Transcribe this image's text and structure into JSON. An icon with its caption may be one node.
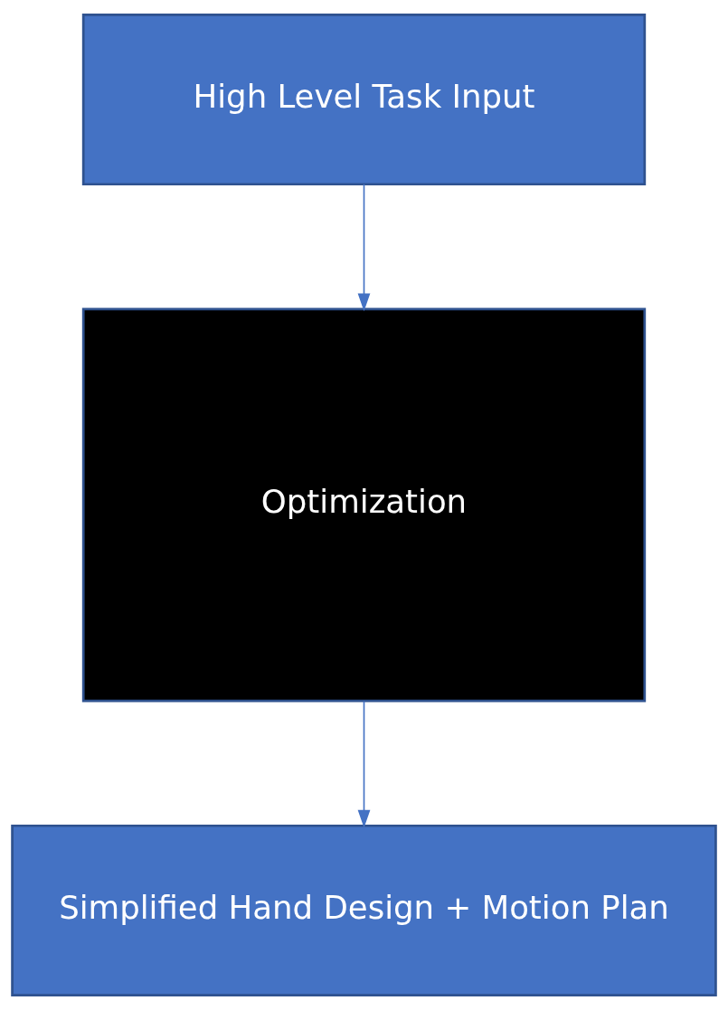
{
  "diagram": {
    "nodes": [
      {
        "text": [
          "High Level Task Input"
        ]
      },
      {
        "text": [
          "Optimization"
        ]
      },
      {
        "text": [
          "Simplified Hand Design + Motion Plan"
        ]
      }
    ],
    "edges": [
      {
        "from": 0,
        "to": 1,
        "arrow": "to"
      },
      {
        "from": 1,
        "to": 2,
        "arrow": "to"
      }
    ]
  }
}
